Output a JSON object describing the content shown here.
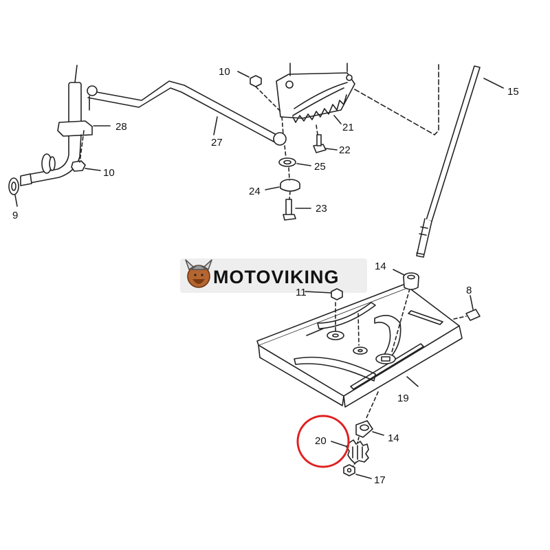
{
  "diagram": {
    "callouts": {
      "c9": "9",
      "c10a": "10",
      "c10b": "10",
      "c28": "28",
      "c27": "27",
      "c21": "21",
      "c22": "22",
      "c25": "25",
      "c24": "24",
      "c23": "23",
      "c15": "15",
      "c14a": "14",
      "c8": "8",
      "c11": "11",
      "c19": "19",
      "c20": "20",
      "c14b": "14",
      "c17": "17"
    }
  },
  "watermark": {
    "text": "MOTOVIKING"
  },
  "colors": {
    "line": "#222222",
    "highlight_circle": "#e02020",
    "watermark_bg": "#eeeeee"
  }
}
